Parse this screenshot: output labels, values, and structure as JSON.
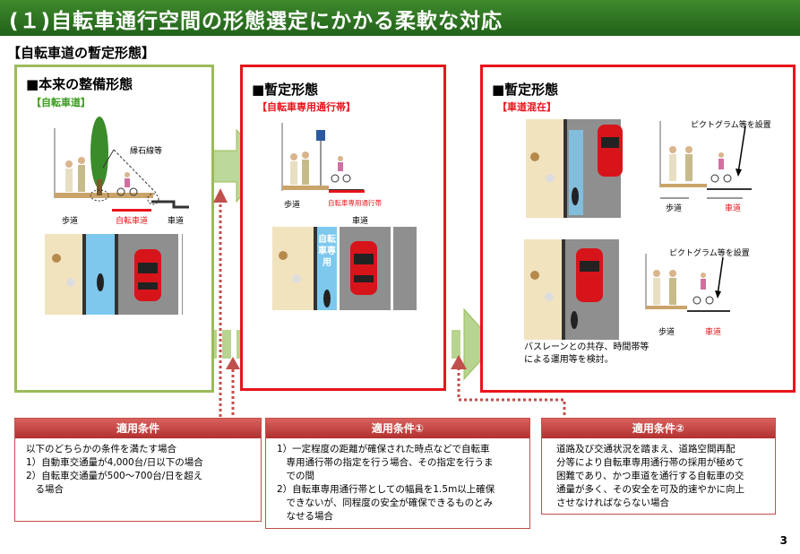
{
  "title": "(１)自転車通行空間の形態選定にかかる柔軟な対応",
  "subtitle": "【自転車道の暫定形態】",
  "panels": {
    "ideal": {
      "heading": "■本来の整備形態",
      "sub": "【自転車道】",
      "labels": {
        "curb": "縁石線等",
        "sidewalk": "歩道",
        "bike": "自転車道",
        "road": "車道"
      }
    },
    "lane": {
      "heading": "■暫定形態",
      "sub": "【自転車専用通行帯】",
      "labels": {
        "sidewalk": "歩道",
        "bike": "自転車専用通行帯",
        "road": "車道",
        "lane_mark": "自転車専用"
      }
    },
    "mixed": {
      "heading": "■暫定形態",
      "sub": "【車道混在】",
      "labels": {
        "pictogram1": "ピクトグラム等を設置",
        "pictogram2": "ピクトグラム等を設置",
        "sidewalk1": "歩道",
        "road1": "車道",
        "sidewalk2": "歩道",
        "road2": "車道",
        "note1": "バスレーンとの共存、時間帯等",
        "note2": "による運用等を検討。"
      }
    }
  },
  "conditions": [
    {
      "head": "適用条件",
      "lines": [
        "以下のどちらかの条件を満たす場合",
        "1）自動車交通量が4,000台/日以下の場合",
        "2）自転車交通量が500～700台/日を超え",
        "　る場合"
      ]
    },
    {
      "head": "適用条件①",
      "lines": [
        "1）一定程度の距離が確保された時点などで自転車",
        "　専用通行帯の指定を行う場合、その指定を行うま",
        "　での間",
        "2）自転車専用通行帯としての幅員を1.5m以上確保",
        "　できないが、同程度の安全が確保できるものとみ",
        "　なせる場合"
      ]
    },
    {
      "head": "適用条件②",
      "lines": [
        "道路及び交通状況を踏まえ、道路空間再配",
        "分等により自転車専用通行帯の採用が極めて",
        "困難であり、かつ車道を通行する自転車の交",
        "通量が多く、その安全を可及的速やかに向上",
        "させなければならない場合"
      ]
    }
  ],
  "page_number": "3",
  "colors": {
    "title_bg": "#2f7a23",
    "green": "#9bbb59",
    "red": "#e8141b",
    "cond": "#c0504d",
    "bike_blue": "#7ec8ee",
    "sidewalk": "#f2e3bf"
  }
}
